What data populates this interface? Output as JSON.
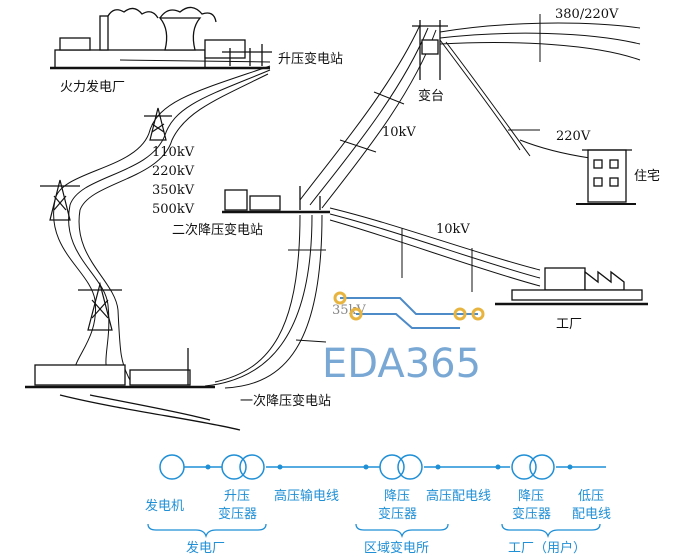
{
  "diagram": {
    "labels": {
      "thermal_plant": "火力发电厂",
      "step_up_station": "升压变电站",
      "transmission_voltages": [
        "110kV",
        "220kV",
        "350kV",
        "500kV"
      ],
      "secondary_step_down": "二次降压变电站",
      "primary_step_down": "一次降压变电站",
      "substation_pole": "变台",
      "v_10kv_upper": "10kV",
      "v_10kv_mid": "10kV",
      "v_35kv": "35kV",
      "v_380_220": "380/220V",
      "v_220": "220V",
      "residence": "住宅",
      "factory": "工厂"
    },
    "watermark": "EDA365",
    "flow": {
      "generator": "发电机",
      "step_up_transformer": [
        "升压",
        "变压器"
      ],
      "hv_transmission_line": "高压输电线",
      "step_down_transformer_1": [
        "降压",
        "变压器"
      ],
      "hv_distribution_line": "高压配电线",
      "step_down_transformer_2": [
        "降压",
        "变压器"
      ],
      "lv_distribution_line": [
        "低压",
        "配电线"
      ],
      "group_plant": "发电厂",
      "group_substation": "区域变电所",
      "group_factory": "工厂（用户）"
    },
    "colors": {
      "flow": "#1f8fd6",
      "line": "#111111",
      "watermark": "#4d8bc8",
      "pcb": "#e8b440"
    }
  }
}
